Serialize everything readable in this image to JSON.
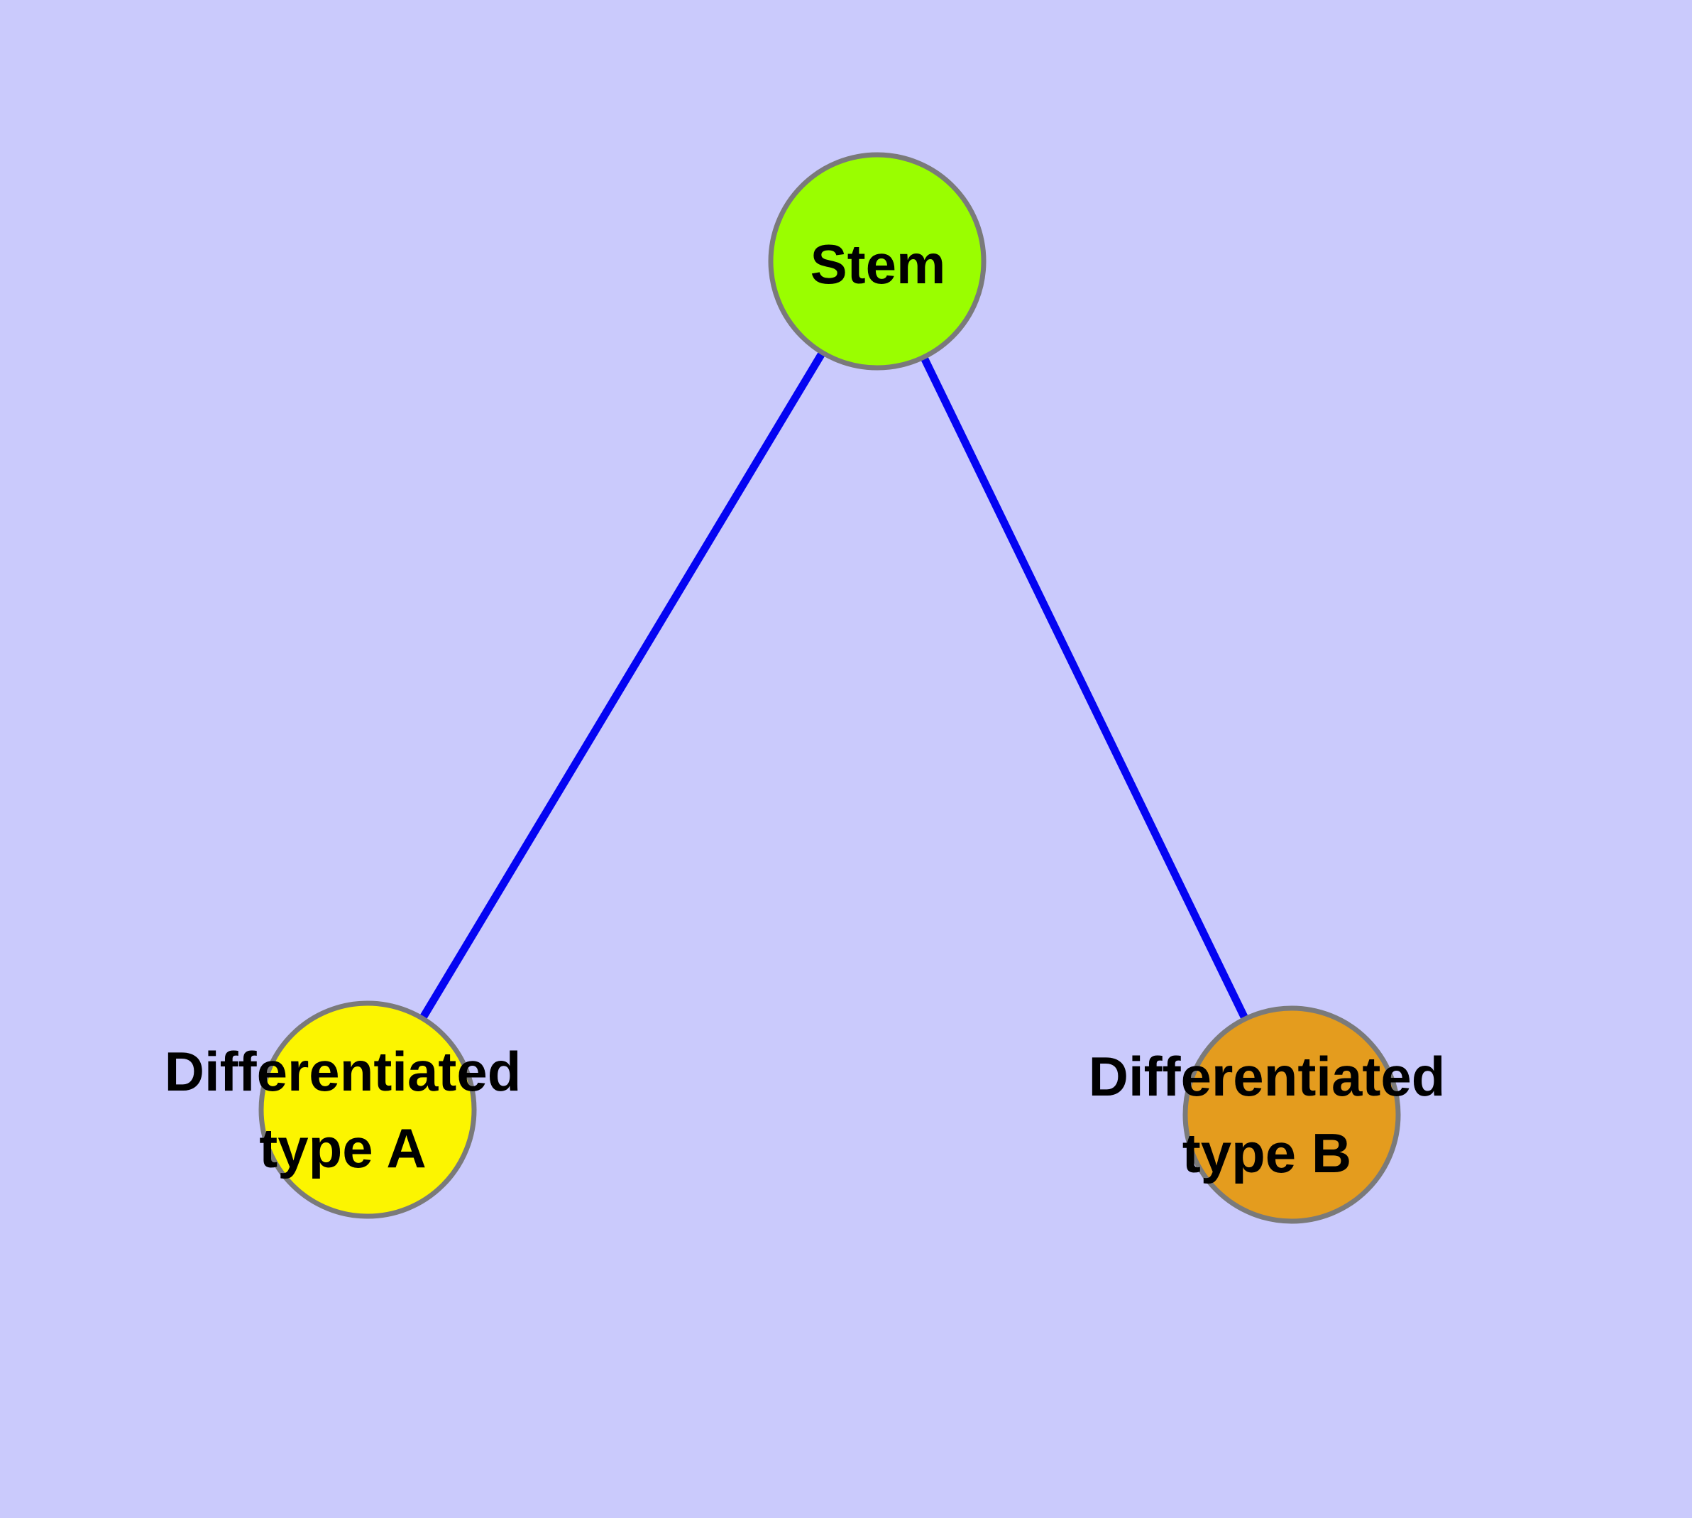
{
  "diagram": {
    "background_color": "#CACAFC",
    "edge_color": "#0404F2",
    "node_border_color": "#7A7A7A",
    "text_color": "#000000",
    "nodes": {
      "stem": {
        "label": "Stem",
        "color": "#9AFE00"
      },
      "type_a": {
        "label_line1": "Differentiated",
        "label_line2": "type A",
        "color": "#FCF500"
      },
      "type_b": {
        "label_line1": "Differentiated",
        "label_line2": "type B",
        "color": "#E49C1E"
      }
    },
    "edges": [
      {
        "from": "Stem",
        "to": "Differentiated type A"
      },
      {
        "from": "Stem",
        "to": "Differentiated type B"
      }
    ]
  }
}
